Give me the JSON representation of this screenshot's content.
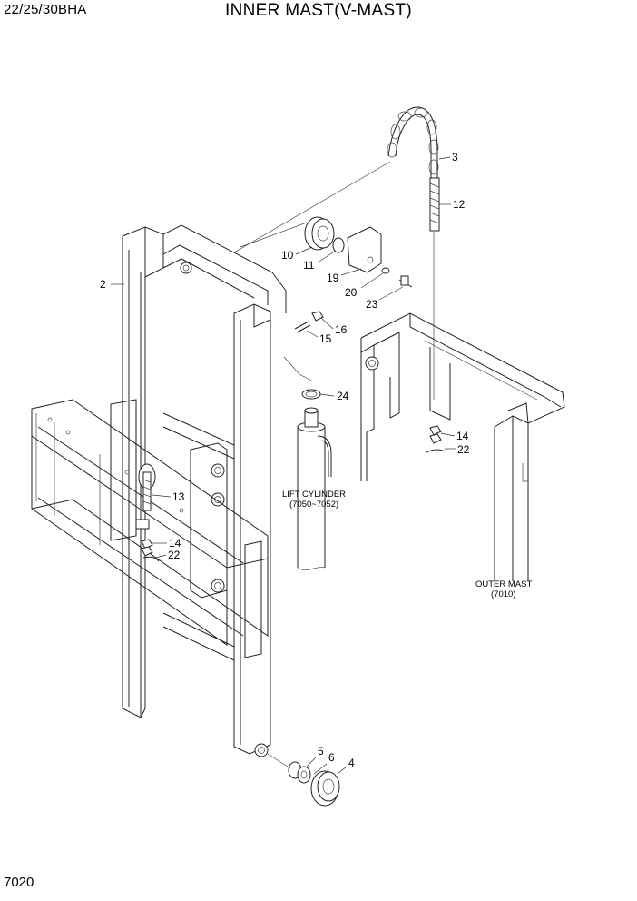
{
  "header": {
    "model": "22/25/30BHA",
    "title": "INNER MAST(V-MAST)"
  },
  "page_number": "7020",
  "callouts": [
    {
      "id": "c2",
      "label": "2"
    },
    {
      "id": "c3",
      "label": "3"
    },
    {
      "id": "c12",
      "label": "12"
    },
    {
      "id": "c10",
      "label": "10"
    },
    {
      "id": "c11",
      "label": "11"
    },
    {
      "id": "c19",
      "label": "19"
    },
    {
      "id": "c20",
      "label": "20"
    },
    {
      "id": "c23",
      "label": "23"
    },
    {
      "id": "c16",
      "label": "16"
    },
    {
      "id": "c15",
      "label": "15"
    },
    {
      "id": "c24",
      "label": "24"
    },
    {
      "id": "c14a",
      "label": "14"
    },
    {
      "id": "c22a",
      "label": "22"
    },
    {
      "id": "c13",
      "label": "13"
    },
    {
      "id": "c14b",
      "label": "14"
    },
    {
      "id": "c22b",
      "label": "22"
    },
    {
      "id": "c5",
      "label": "5"
    },
    {
      "id": "c6",
      "label": "6"
    },
    {
      "id": "c4",
      "label": "4"
    }
  ],
  "notes": {
    "lift_cylinder": {
      "line1": "LIFT CYLINDER",
      "line2": "(7050~7052)"
    },
    "outer_mast": {
      "line1": "OUTER MAST",
      "line2": "(7010)"
    }
  }
}
